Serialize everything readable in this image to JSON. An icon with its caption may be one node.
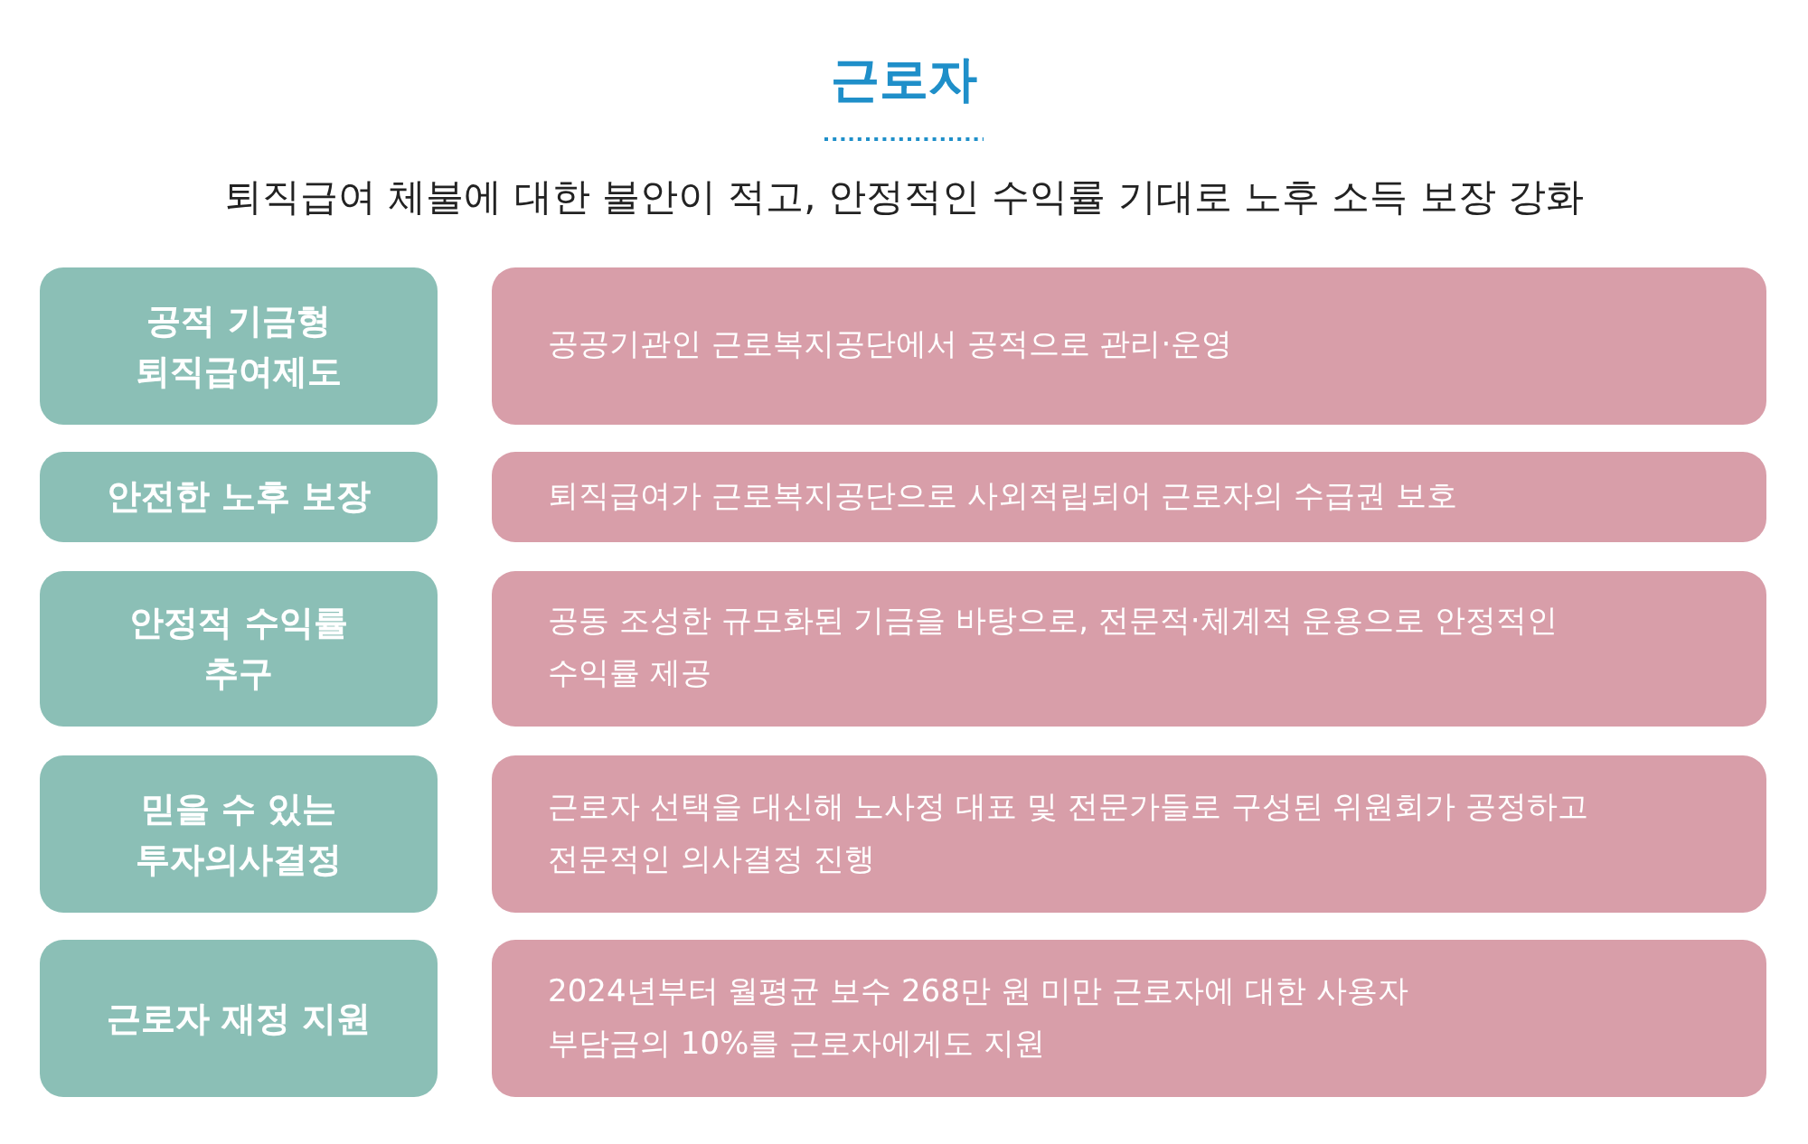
{
  "diagram": {
    "title": "근로자",
    "nodes": [
      {
        "text": [
          "공적 기금형 퇴직급여제도"
        ]
      },
      {
        "text": [
          "공공기관인 근로복지공단에서 공적으로 관리·운영"
        ]
      },
      {
        "text": [
          "안전한 노후 보장"
        ]
      },
      {
        "text": [
          "퇴직급여가 근로복지공단으로 사외적립되어 근로자의 수급권 보호"
        ]
      },
      {
        "text": [
          "안정적 수익률 추구"
        ]
      },
      {
        "text": [
          "공동 조성한 규모화된 기금을 바탕으로, 전문적·체계적 운용으로 안정적인 수익률 제공"
        ]
      },
      {
        "text": [
          "믿을 수 있는 투자의사결정"
        ]
      },
      {
        "text": [
          "근로자 선택을 대신해 노사정 대표 및 전문가들로 구성된 위원회가 공정하고 전문적인 의사결정 진행"
        ]
      },
      {
        "text": [
          "근로자 재정 지원"
        ]
      },
      {
        "text": [
          "2024년부터 월평균 보수 268만 원 미만 근로자에 대한 사용자 부담금의 10%를 근로자에게도 지원"
        ]
      }
    ],
    "labels": [
      "퇴직급여 체불에 대한 불안이 적고, 안정적인 수익률 기대로 노후 소득 보장 강화"
    ]
  }
}
